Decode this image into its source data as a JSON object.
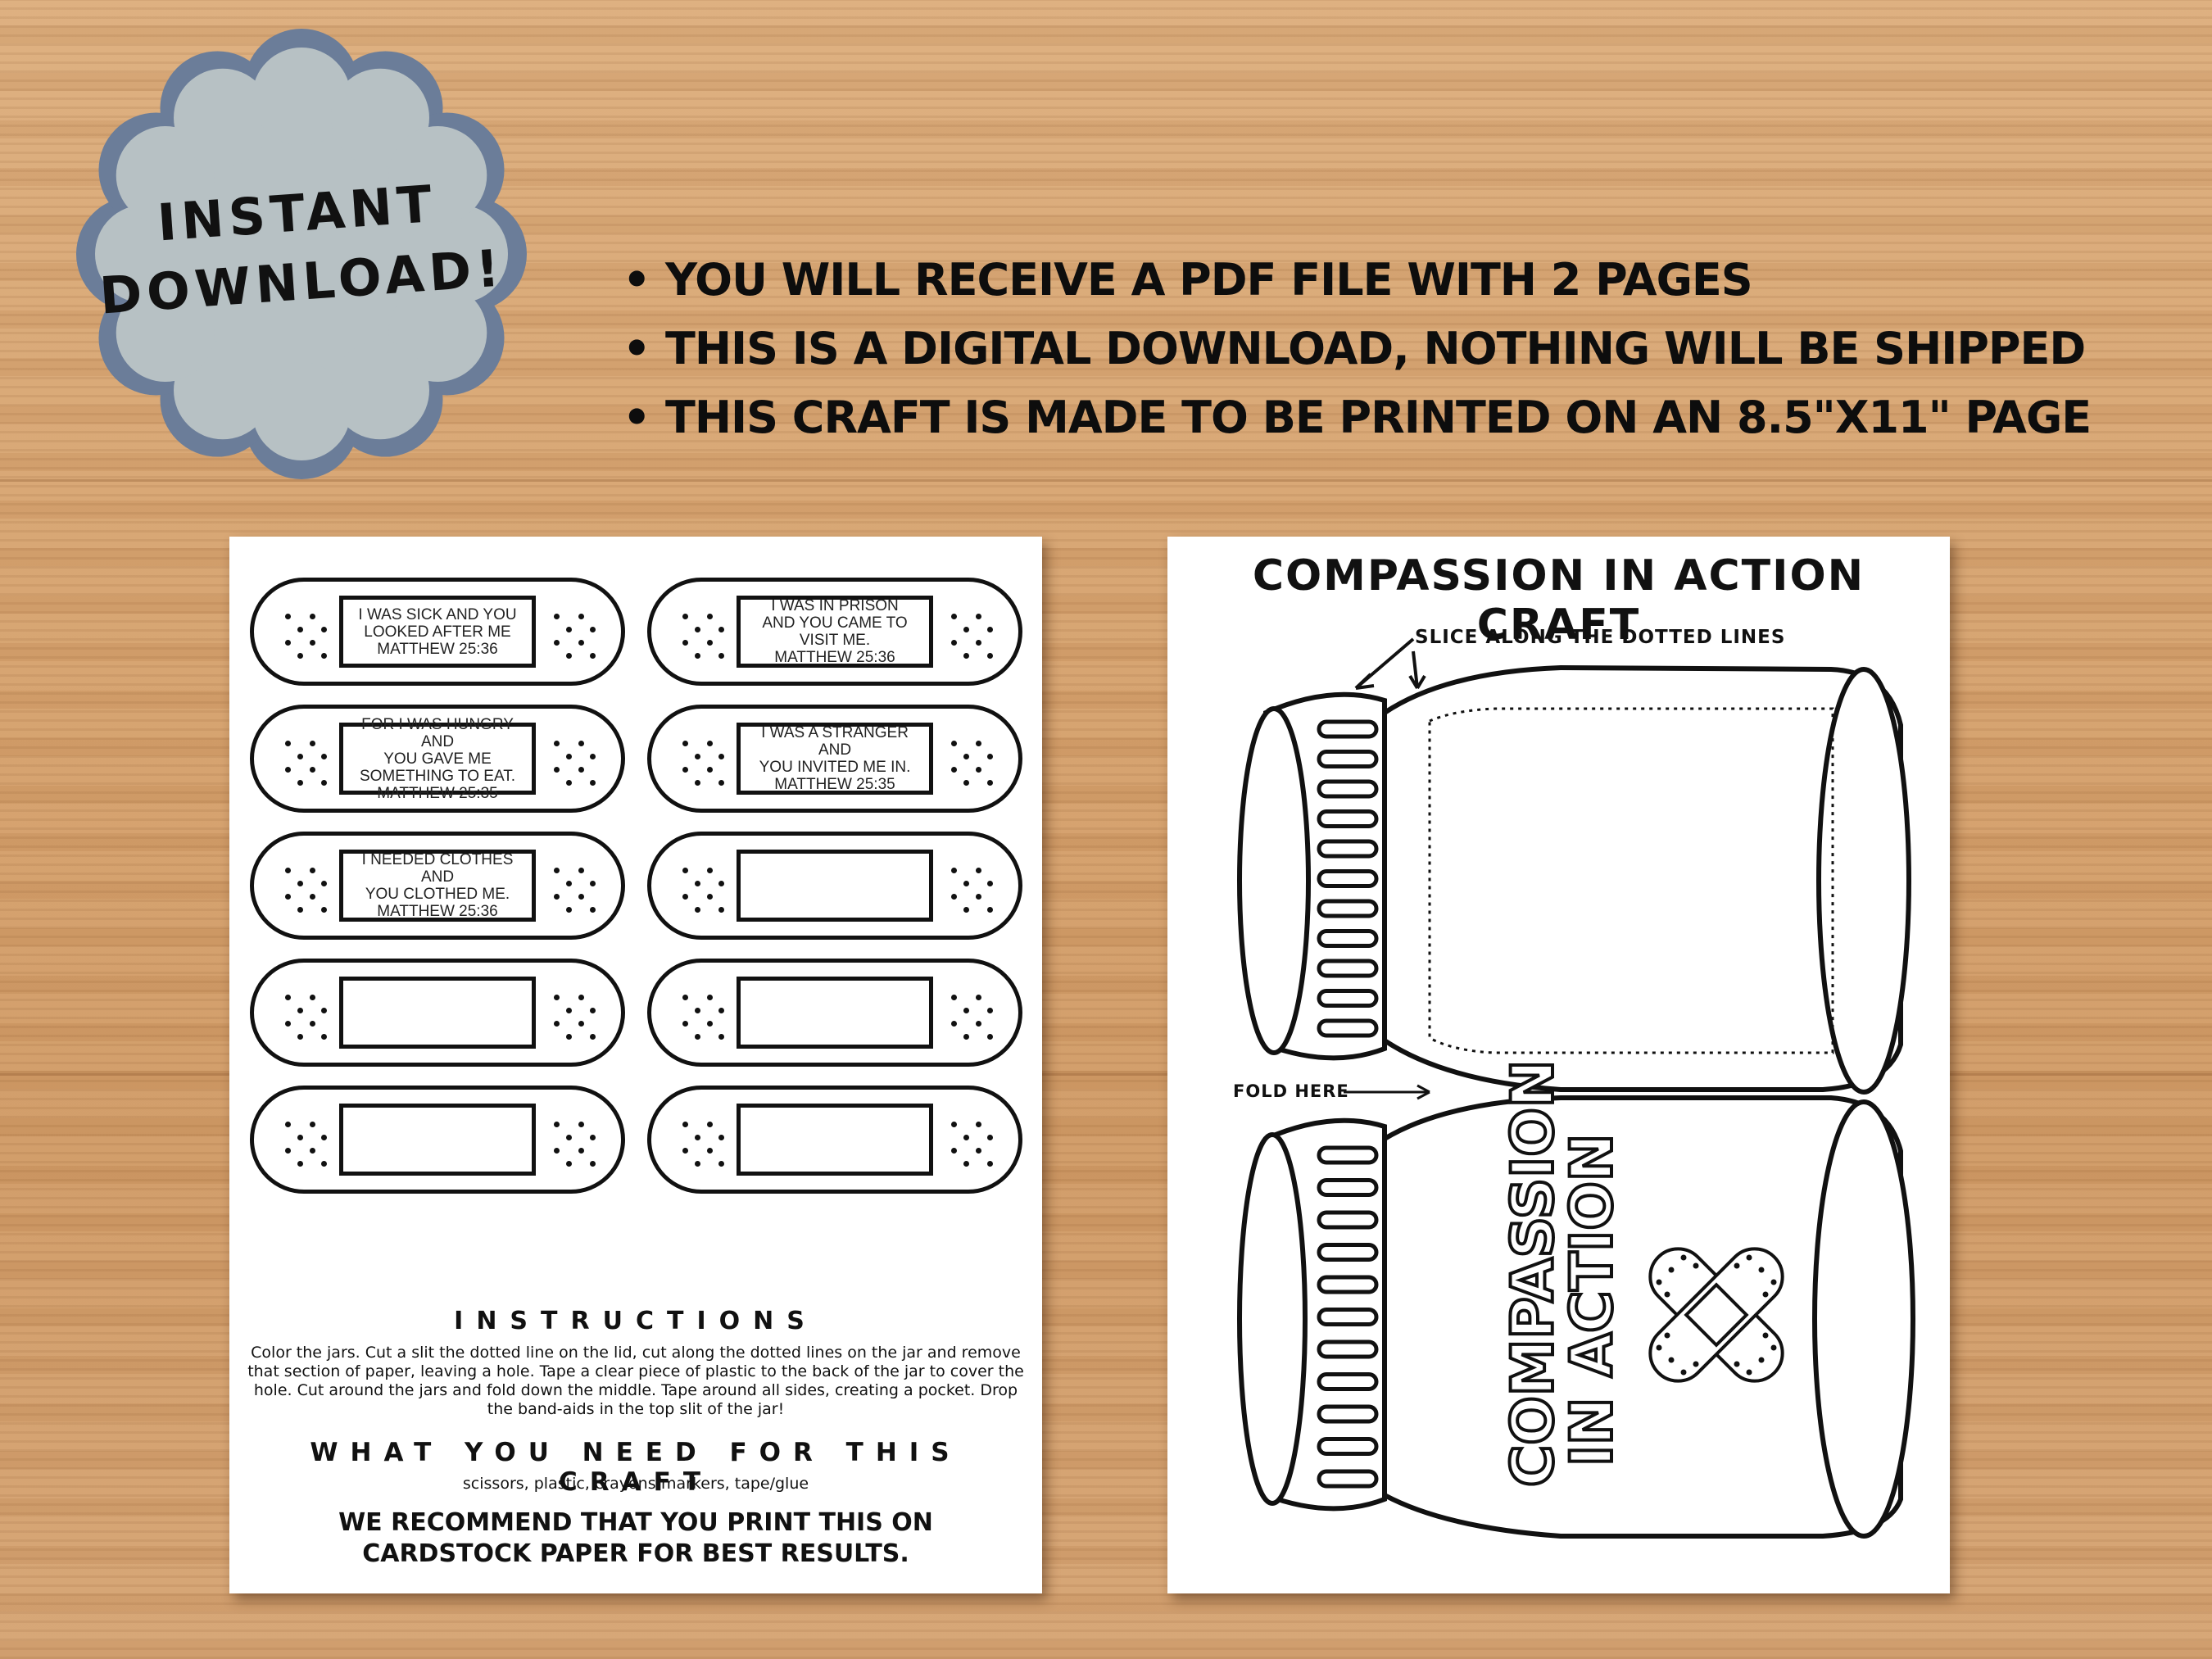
{
  "badge": {
    "line1": "INSTANT",
    "line2": "DOWNLOAD!",
    "fill_color": "#b7c1c4",
    "border_color": "#6b7d99"
  },
  "bullets": [
    "YOU WILL RECEIVE A PDF FILE WITH 2 PAGES",
    "THIS IS A DIGITAL DOWNLOAD, NOTHING WILL BE SHIPPED",
    "THIS CRAFT IS MADE TO BE PRINTED ON AN 8.5\"X11\" PAGE"
  ],
  "left_page": {
    "bandaids": [
      "I WAS SICK AND YOU\nLOOKED AFTER ME\nMATTHEW 25:36",
      "I WAS IN PRISON\nAND YOU CAME TO\nVISIT ME.\nMATTHEW 25:36",
      "FOR I WAS HUNGRY AND\nYOU GAVE ME\nSOMETHING TO EAT.\nMATTHEW 25:35",
      "I WAS A STRANGER AND\nYOU INVITED ME IN.\nMATTHEW 25:35",
      "I NEEDED CLOTHES AND\nYOU CLOTHED ME.\nMATTHEW 25:36",
      "",
      "",
      "",
      "",
      ""
    ],
    "instructions_title": "INSTRUCTIONS",
    "instructions_body": "Color the jars. Cut a slit the dotted line on the lid, cut along the dotted lines on the jar and remove that section of paper, leaving a hole. Tape a clear piece of plastic to the back of the jar to cover the hole. Cut around the jars and fold down the middle. Tape around all sides, creating a pocket. Drop the band-aids in the top slit of the jar!",
    "need_title": "WHAT YOU NEED FOR THIS CRAFT",
    "need_body": "scissors, plastic, crayons/markers, tape/glue",
    "recommend": "WE RECOMMEND THAT YOU PRINT THIS ON\nCARDSTOCK PAPER FOR BEST RESULTS."
  },
  "right_page": {
    "title": "COMPASSION IN ACTION CRAFT",
    "slice_label": "SLICE ALONG THE DOTTED LINES",
    "fold_label": "FOLD HERE",
    "jar_line1": "COMPASSION",
    "jar_line2": "IN ACTION"
  }
}
